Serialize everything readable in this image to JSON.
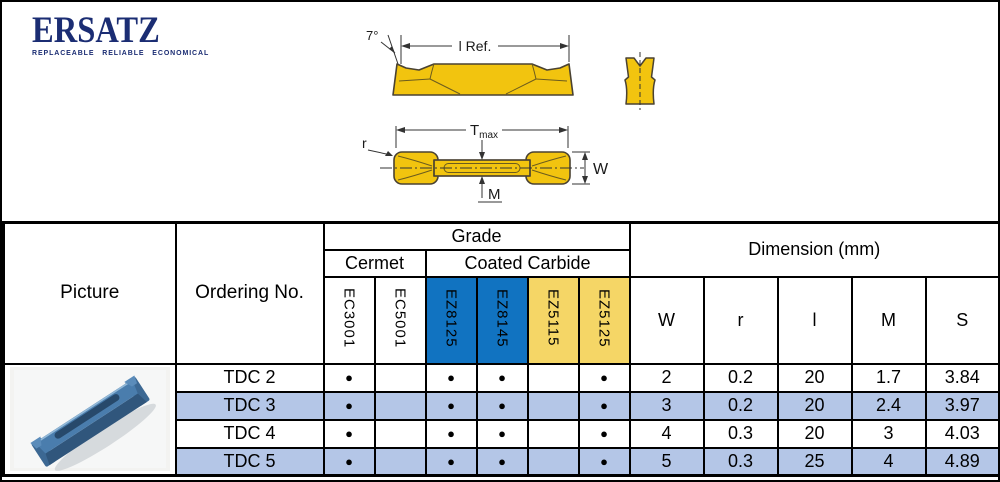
{
  "logo": {
    "title": "ERSATZ",
    "tagline": "REPLACEABLE RELIABLE ECONOMICAL"
  },
  "diagrams": {
    "side_view": {
      "angle_label": "7°",
      "length_label": "l Ref."
    },
    "top_view": {
      "t_label": "T",
      "t_sub": "max",
      "radius_label": "r",
      "middle_label": "M",
      "width_label": "W"
    }
  },
  "table": {
    "picture_header": "Picture",
    "ordering_header": "Ordering No.",
    "grade_header": "Grade",
    "cermet_header": "Cermet",
    "coated_header": "Coated Carbide",
    "dimension_header": "Dimension (mm)",
    "dim_columns": [
      "W",
      "r",
      "l",
      "M",
      "S"
    ],
    "grade_columns": [
      {
        "code": "EC3001",
        "material": "cermet"
      },
      {
        "code": "EC5001",
        "material": "cermet"
      },
      {
        "code": "EZ8125",
        "material": "coated-carbide-blue"
      },
      {
        "code": "EZ8145",
        "material": "coated-carbide-blue"
      },
      {
        "code": "EZ5115",
        "material": "coated-carbide-yellow"
      },
      {
        "code": "EZ5125",
        "material": "coated-carbide-yellow"
      }
    ],
    "rows": [
      {
        "ordering_no": "TDC 2",
        "grades": [
          "●",
          "",
          "●",
          "●",
          "",
          "●"
        ],
        "dims": [
          "2",
          "0.2",
          "20",
          "1.7",
          "3.84"
        ]
      },
      {
        "ordering_no": "TDC 3",
        "grades": [
          "●",
          "",
          "●",
          "●",
          "",
          "●"
        ],
        "dims": [
          "3",
          "0.2",
          "20",
          "2.4",
          "3.97"
        ]
      },
      {
        "ordering_no": "TDC 4",
        "grades": [
          "●",
          "",
          "●",
          "●",
          "",
          "●"
        ],
        "dims": [
          "4",
          "0.3",
          "20",
          "3",
          "4.03"
        ]
      },
      {
        "ordering_no": "TDC 5",
        "grades": [
          "●",
          "",
          "●",
          "●",
          "",
          "●"
        ],
        "dims": [
          "5",
          "0.3",
          "25",
          "4",
          "4.89"
        ]
      }
    ]
  },
  "colors": {
    "brand_navy": "#1b2d73",
    "insert_yellow": "#f2c40f",
    "grade_blue": "#1173c1",
    "grade_yellow": "#f5d666",
    "row_stripe": "#b4c6e7"
  }
}
